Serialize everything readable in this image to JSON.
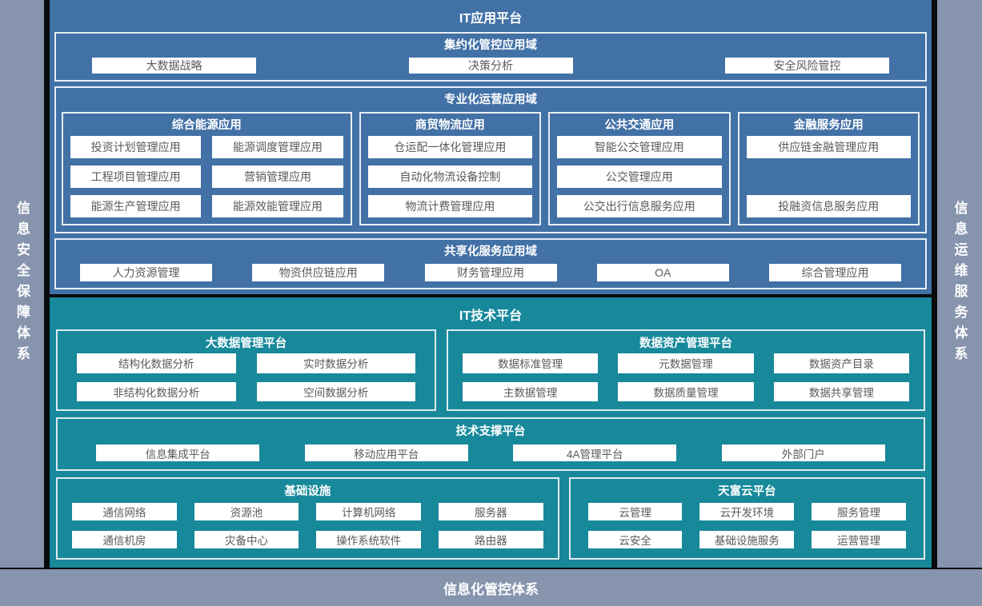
{
  "frame": {
    "left": "信息安全保障体系",
    "right": "信息运维服务体系",
    "bottom": "信息化管控体系"
  },
  "colors": {
    "frame_gray": "#8694ad",
    "app_blue": "#4271a6",
    "tech_teal": "#17899b",
    "separator_black": "#0b0b0b",
    "box_fill": "#ffffff",
    "box_text": "#5a5a5a",
    "title_text": "#ffffff"
  },
  "app": {
    "title": "IT应用平台",
    "intensive": {
      "title": "集约化管控应用域",
      "items": [
        "大数据战略",
        "决策分析",
        "安全风险管控"
      ]
    },
    "specialized": {
      "title": "专业化运营应用域",
      "groups": [
        {
          "title": "综合能源应用",
          "items": [
            "投资计划管理应用",
            "能源调度管理应用",
            "工程项目管理应用",
            "营销管理应用",
            "能源生产管理应用",
            "能源效能管理应用"
          ]
        },
        {
          "title": "商贸物流应用",
          "items": [
            "仓运配一体化管理应用",
            "自动化物流设备控制",
            "物流计费管理应用"
          ]
        },
        {
          "title": "公共交通应用",
          "items": [
            "智能公交管理应用",
            "公交管理应用",
            "公交出行信息服务应用"
          ]
        },
        {
          "title": "金融服务应用",
          "items": [
            "供应链金融管理应用",
            "投融资信息服务应用"
          ]
        }
      ]
    },
    "shared": {
      "title": "共享化服务应用域",
      "items": [
        "人力资源管理",
        "物资供应链应用",
        "财务管理应用",
        "OA",
        "综合管理应用"
      ]
    }
  },
  "tech": {
    "title": "IT技术平台",
    "bigdata": {
      "title": "大数据管理平台",
      "items": [
        "结构化数据分析",
        "实时数据分析",
        "非结构化数据分析",
        "空间数据分析"
      ]
    },
    "data_asset": {
      "title": "数据资产管理平台",
      "items": [
        "数据标准管理",
        "元数据管理",
        "数据资产目录",
        "主数据管理",
        "数据质量管理",
        "数据共享管理"
      ]
    },
    "support": {
      "title": "技术支撑平台",
      "items": [
        "信息集成平台",
        "移动应用平台",
        "4A管理平台",
        "外部门户"
      ]
    },
    "infra": {
      "title": "基础设施",
      "items": [
        "通信网络",
        "资源池",
        "计算机网络",
        "服务器",
        "通信机房",
        "灾备中心",
        "操作系统软件",
        "路由器"
      ]
    },
    "cloud": {
      "title": "天富云平台",
      "items": [
        "云管理",
        "云开发环境",
        "服务管理",
        "云安全",
        "基础设施服务",
        "运营管理"
      ]
    }
  }
}
